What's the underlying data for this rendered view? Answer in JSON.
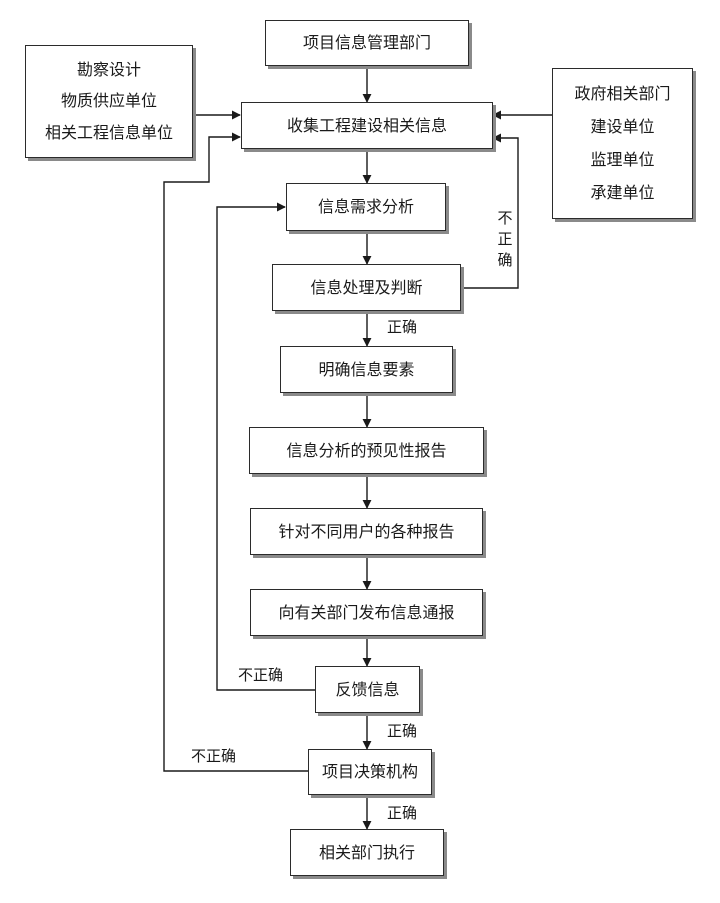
{
  "nodes": {
    "dept": "项目信息管理部门",
    "collect": "收集工程建设相关信息",
    "demand": "信息需求分析",
    "process": "信息处理及判断",
    "elements": "明确信息要素",
    "forecast": "信息分析的预见性报告",
    "reports": "针对不同用户的各种报告",
    "publish": "向有关部门发布信息通报",
    "feedback": "反馈信息",
    "decision": "项目决策机构",
    "execute": "相关部门执行"
  },
  "left_sources": [
    "勘察设计",
    "物质供应单位",
    "相关工程信息单位"
  ],
  "right_sources": [
    "政府相关部门",
    "建设单位",
    "监理单位",
    "承建单位"
  ],
  "edge_labels": {
    "correct": "正确",
    "incorrect": "不正确",
    "incorrect_vertical": [
      "不",
      "正",
      "确"
    ]
  }
}
